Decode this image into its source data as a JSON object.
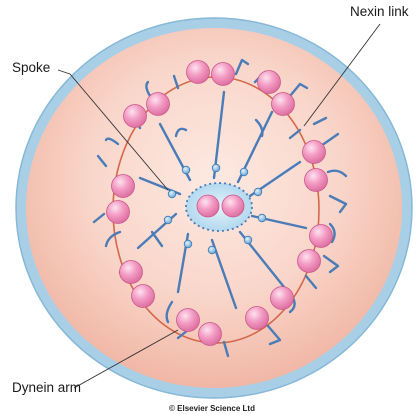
{
  "labels": {
    "spoke": "Spoke",
    "nexin_link": "Nexin link",
    "dynein_arm": "Dynein arm"
  },
  "credit": "© Elsevier Science Ltd",
  "colors": {
    "membrane": "#a9cfe6",
    "cytoplasm": "#f6c9bb",
    "doublet": "#ee88b6",
    "doublet_highlight": "#fbd3e6",
    "spoke": "#4a7cb8",
    "nexin_link": "#d4684a",
    "central_sheath": "#bde0f2"
  }
}
